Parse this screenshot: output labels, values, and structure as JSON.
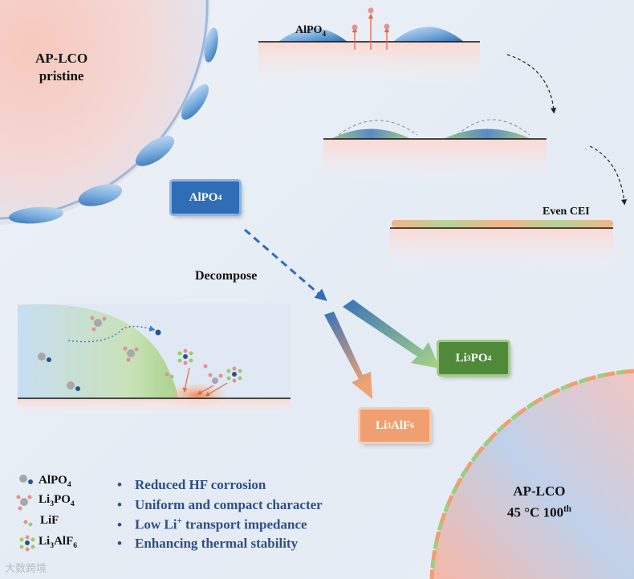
{
  "labels": {
    "ap_lco_pristine_line1": "AP-LCO",
    "ap_lco_pristine_line2": "pristine",
    "alpo4_top": "AlPO",
    "alpo4_top_sub": "4",
    "even_cei": "Even CEI",
    "decompose": "Decompose",
    "ap_lco_cycled_line1": "AP-LCO",
    "ap_lco_cycled_line2_a": "45 °C 100",
    "ap_lco_cycled_line2_sup": "th"
  },
  "boxes": {
    "alpo4": {
      "main": "AlPO",
      "sub": "4",
      "tail": ""
    },
    "li3po4": {
      "pre": "Li",
      "sub1": "3",
      "main": "PO",
      "sub2": "4"
    },
    "li3alf6": {
      "pre": "Li",
      "sub1": "3",
      "main": "AlF",
      "sub2": "6"
    }
  },
  "legend": [
    {
      "pre": "AlPO",
      "sub": "4",
      "tail": ""
    },
    {
      "pre": "Li",
      "sub": "3",
      "tail": "PO",
      "sub2": "4"
    },
    {
      "pre": "LiF",
      "sub": "",
      "tail": ""
    },
    {
      "pre": "Li",
      "sub": "3",
      "tail": "AlF",
      "sub2": "6"
    }
  ],
  "bullets": [
    {
      "text": "Reduced HF corrosion"
    },
    {
      "text": "Uniform and compact character"
    },
    {
      "pre": "Low Li",
      "sup": "+",
      "post": " transport impedance"
    },
    {
      "text": "Enhancing thermal stability"
    }
  ],
  "watermark": "大数跨境",
  "colors": {
    "blue_accent": "#2f6db5",
    "green_box": "#4f8a3a",
    "orange_box": "#f0a070",
    "bullet_text": "#2d4f86"
  }
}
